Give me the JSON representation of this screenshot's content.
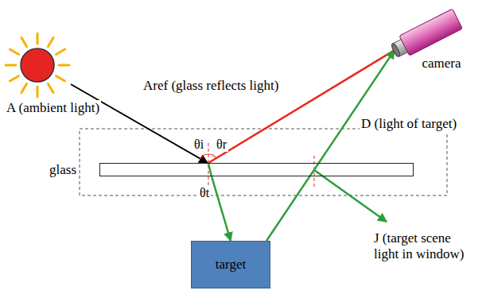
{
  "diagram": {
    "nodes": [
      {
        "text": [
          "camera"
        ]
      },
      {
        "text": [
          "glass"
        ]
      },
      {
        "text": [
          "target"
        ]
      }
    ],
    "edges": [
      {
        "from": 1,
        "to": 0,
        "arrow": "none",
        "label": "Aref (glass reflects light)"
      },
      {
        "from": 1,
        "to": 2,
        "arrow": "to"
      },
      {
        "from": 2,
        "to": 0,
        "arrow": "to",
        "label": "D (light of target)"
      }
    ],
    "labels": [
      "A (ambient light)",
      "θi",
      "θr",
      "θt",
      "J (target scene light in window)"
    ]
  }
}
